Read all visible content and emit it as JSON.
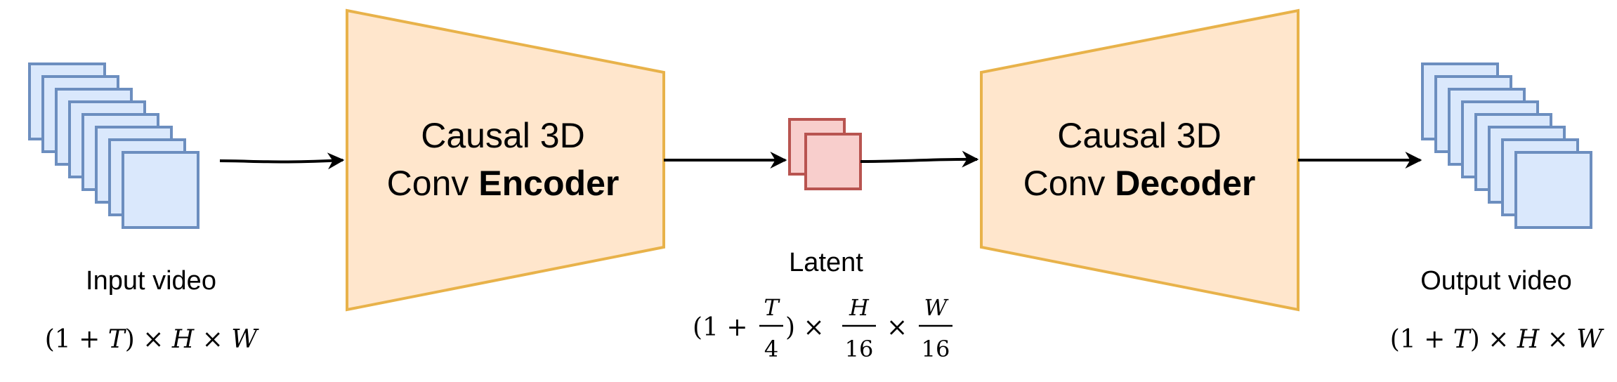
{
  "input": {
    "label": "Input video",
    "formula": {
      "open": "(1 + ",
      "t": "T",
      "rest": ") × ",
      "h": "H",
      "times": " × ",
      "w": "W"
    }
  },
  "encoder": {
    "line1": "Causal 3D",
    "line2_plain": "Conv ",
    "line2_bold": "Encoder"
  },
  "latent": {
    "label": "Latent",
    "formula": {
      "open": "(1 + ",
      "t_num": "T",
      "t_den": "4",
      "close_times": ") ×",
      "h_num": "H",
      "h_den": "16",
      "times": "×",
      "w_num": "W",
      "w_den": "16"
    }
  },
  "decoder": {
    "line1": "Causal 3D",
    "line2_plain": "Conv ",
    "line2_bold": "Decoder"
  },
  "output": {
    "label": "Output video",
    "formula": {
      "open": "(1 + ",
      "t": "T",
      "rest": ") × ",
      "h": "H",
      "times": " × ",
      "w": "W"
    }
  },
  "colors": {
    "frame_fill": "#dae8fc",
    "frame_stroke": "#6c8ebf",
    "block_fill": "#ffe6cc",
    "block_stroke": "#e8b24a",
    "latent_fill": "#f8cecc",
    "latent_stroke": "#b85450",
    "arrow": "#000000"
  }
}
